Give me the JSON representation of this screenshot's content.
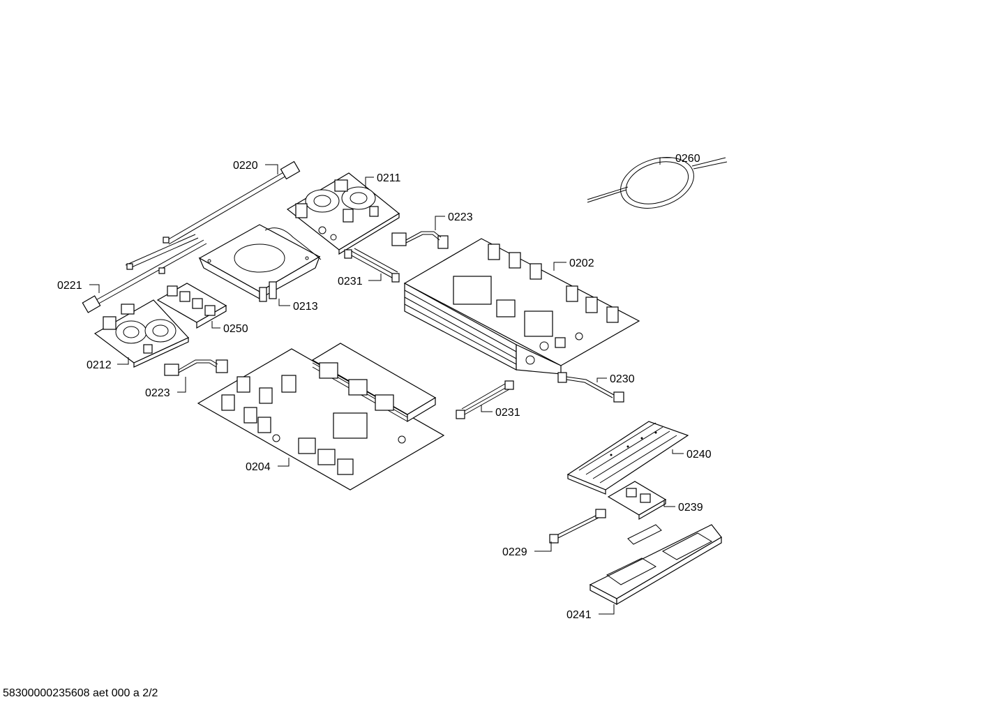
{
  "diagram": {
    "labels": [
      {
        "id": "0220",
        "text": "0220"
      },
      {
        "id": "0211",
        "text": "0211"
      },
      {
        "id": "0260",
        "text": "0260"
      },
      {
        "id": "0223a",
        "text": "0223"
      },
      {
        "id": "0202",
        "text": "0202"
      },
      {
        "id": "0221",
        "text": "0221"
      },
      {
        "id": "0231a",
        "text": "0231"
      },
      {
        "id": "0213",
        "text": "0213"
      },
      {
        "id": "0250",
        "text": "0250"
      },
      {
        "id": "0212",
        "text": "0212"
      },
      {
        "id": "0223b",
        "text": "0223"
      },
      {
        "id": "0230",
        "text": "0230"
      },
      {
        "id": "0231b",
        "text": "0231"
      },
      {
        "id": "0240",
        "text": "0240"
      },
      {
        "id": "0204",
        "text": "0204"
      },
      {
        "id": "0239",
        "text": "0239"
      },
      {
        "id": "0229",
        "text": "0229"
      },
      {
        "id": "0241",
        "text": "0241"
      }
    ],
    "footer": "58300000235608 aet 000 a 2/2"
  }
}
